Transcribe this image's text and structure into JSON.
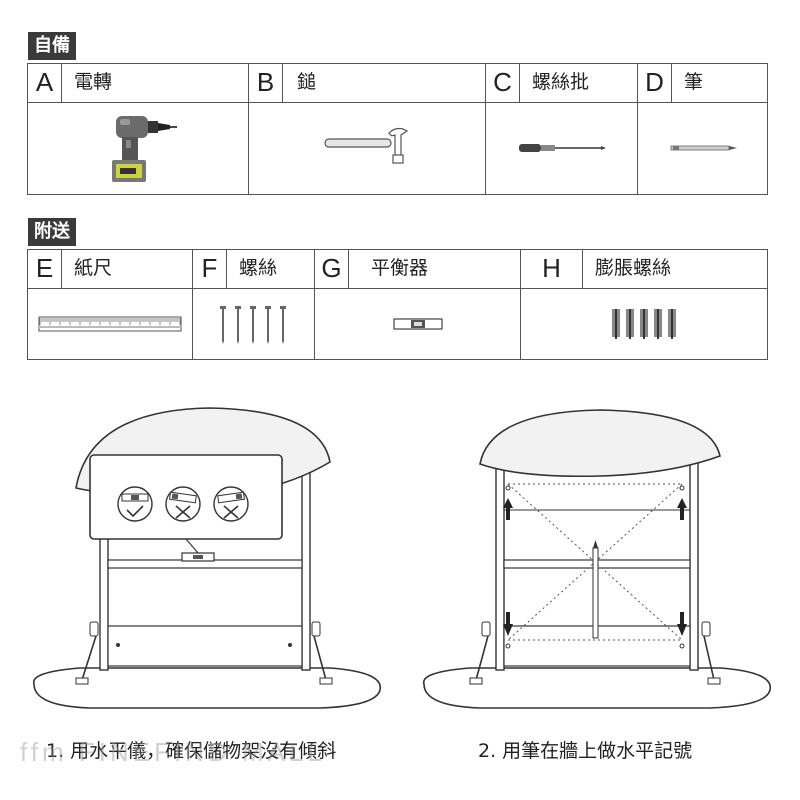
{
  "sections": {
    "self_prepared": {
      "title": "自備",
      "items": [
        {
          "letter": "A",
          "name": "電轉",
          "icon": "drill-icon"
        },
        {
          "letter": "B",
          "name": "鎚",
          "icon": "hammer-icon"
        },
        {
          "letter": "C",
          "name": "螺絲批",
          "icon": "screwdriver-icon"
        },
        {
          "letter": "D",
          "name": "筆",
          "icon": "pen-icon"
        }
      ]
    },
    "included": {
      "title": "附送",
      "items": [
        {
          "letter": "E",
          "name": "紙尺",
          "icon": "paper-ruler-icon"
        },
        {
          "letter": "F",
          "name": "螺絲",
          "icon": "screws-icon"
        },
        {
          "letter": "G",
          "name": "平衡器",
          "icon": "spirit-level-icon"
        },
        {
          "letter": "H",
          "name": "膨脹螺絲",
          "icon": "wall-anchors-icon"
        }
      ]
    }
  },
  "steps": [
    {
      "caption": "1. 用水平儀，確保儲物架沒有傾斜"
    },
    {
      "caption": "2. 用筆在牆上做水平記號"
    }
  ],
  "watermark": "ffm FINEFIND MALL",
  "colors": {
    "tag_bg": "#3a3a3a",
    "line": "#555555",
    "cabinet_top": "#f2f2f2"
  }
}
